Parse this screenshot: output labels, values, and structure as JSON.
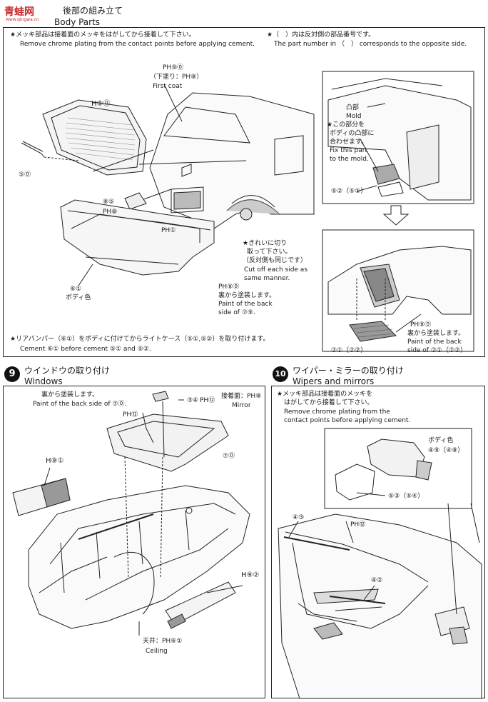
{
  "watermark": {
    "logo": "青蛙网",
    "sub": "www.qingwa.cn"
  },
  "step8": {
    "title_jp": "後部の組み立て",
    "title_en": "Body Parts",
    "note_jp_left": "★メッキ部品は接着面のメッキをはがしてから接着して下さい。",
    "note_en_left": "Remove chrome plating from the contact points before applying cement.",
    "note_jp_right": "★（　）内は反対側の部品番号です。",
    "note_en_right": "The part number in （　） corresponds to the opposite side.",
    "ph90": "PH⑨⓪",
    "undercoat": "（下塗り：PH⑧）",
    "first_coat": "First coat",
    "h90": "H⑨⓪",
    "p50": "⑤⓪",
    "p85": "⑧⑤",
    "ph8": "PH⑧",
    "ph1": "PH①",
    "p61": "⑥①",
    "body_color": "ボディ色",
    "cut_jp1": "★きれいに切り",
    "cut_jp2": "取って下さい。",
    "cut_jp3": "（反対側も同じです）",
    "cut_en1": "Cut off each side as",
    "cut_en2": "same manner.",
    "ph90b": "PH⑨⓪",
    "back_jp": "裏から塗装します。",
    "back_en1": "Paint of the back",
    "back_en2": "side of ⑦⑨.",
    "mold_jp": "凸部",
    "mold_en": "Mold",
    "fix_jp1": "★この部分を",
    "fix_jp2": "ボディの凸部に",
    "fix_jp3": "合わせます。",
    "fix_en1": "Fix this part",
    "fix_en2": "to the mold.",
    "p52": "⑤②（⑤①）",
    "ph90c": "PH⑨⓪",
    "back2_jp": "裏から塗装します。",
    "back2_en1": "Paint of the back",
    "back2_en2": "side of ⑦①（⑦②）",
    "p71": "⑦①（⑦②）",
    "bumper_jp": "★リアバンパー（⑥①）をボディに付けてからライトケース（⑤①,⑤②）を取り付けます。",
    "bumper_en": "Cement ⑥① before cement ⑤① and ⑤②."
  },
  "step9": {
    "num": "9",
    "title_jp": "ウインドウの取り付け",
    "title_en": "Windows",
    "back_jp": "裏から塗装します。",
    "back_en": "Paint of the back side of ⑦⓪.",
    "p34": "③④",
    "ph12": "PH⑫",
    "adhesive": "接着面：PH⑧",
    "mirror": "Mirror",
    "ph12b": "PH⑫",
    "p70": "⑦⓪",
    "h91": "H⑨①",
    "h92": "H⑨②",
    "ceiling_jp": "天井：PH⑥①",
    "ceiling_en": "Ceiling"
  },
  "step10": {
    "num": "10",
    "title_jp": "ワイパー・ミラーの取り付け",
    "title_en": "Wipers and mirrors",
    "note_jp1": "★メッキ部品は接着面のメッキを",
    "note_jp2": "はがしてから接着して下さい。",
    "note_en1": "Remove chrome plating from the",
    "note_en2": "contact points before applying cement.",
    "body_color": "ボディ色",
    "p49": "④⑨（④⑧）",
    "p53": "⑤③（⑤④）",
    "p43": "④③",
    "ph12": "PH⑫",
    "p42": "④②"
  }
}
